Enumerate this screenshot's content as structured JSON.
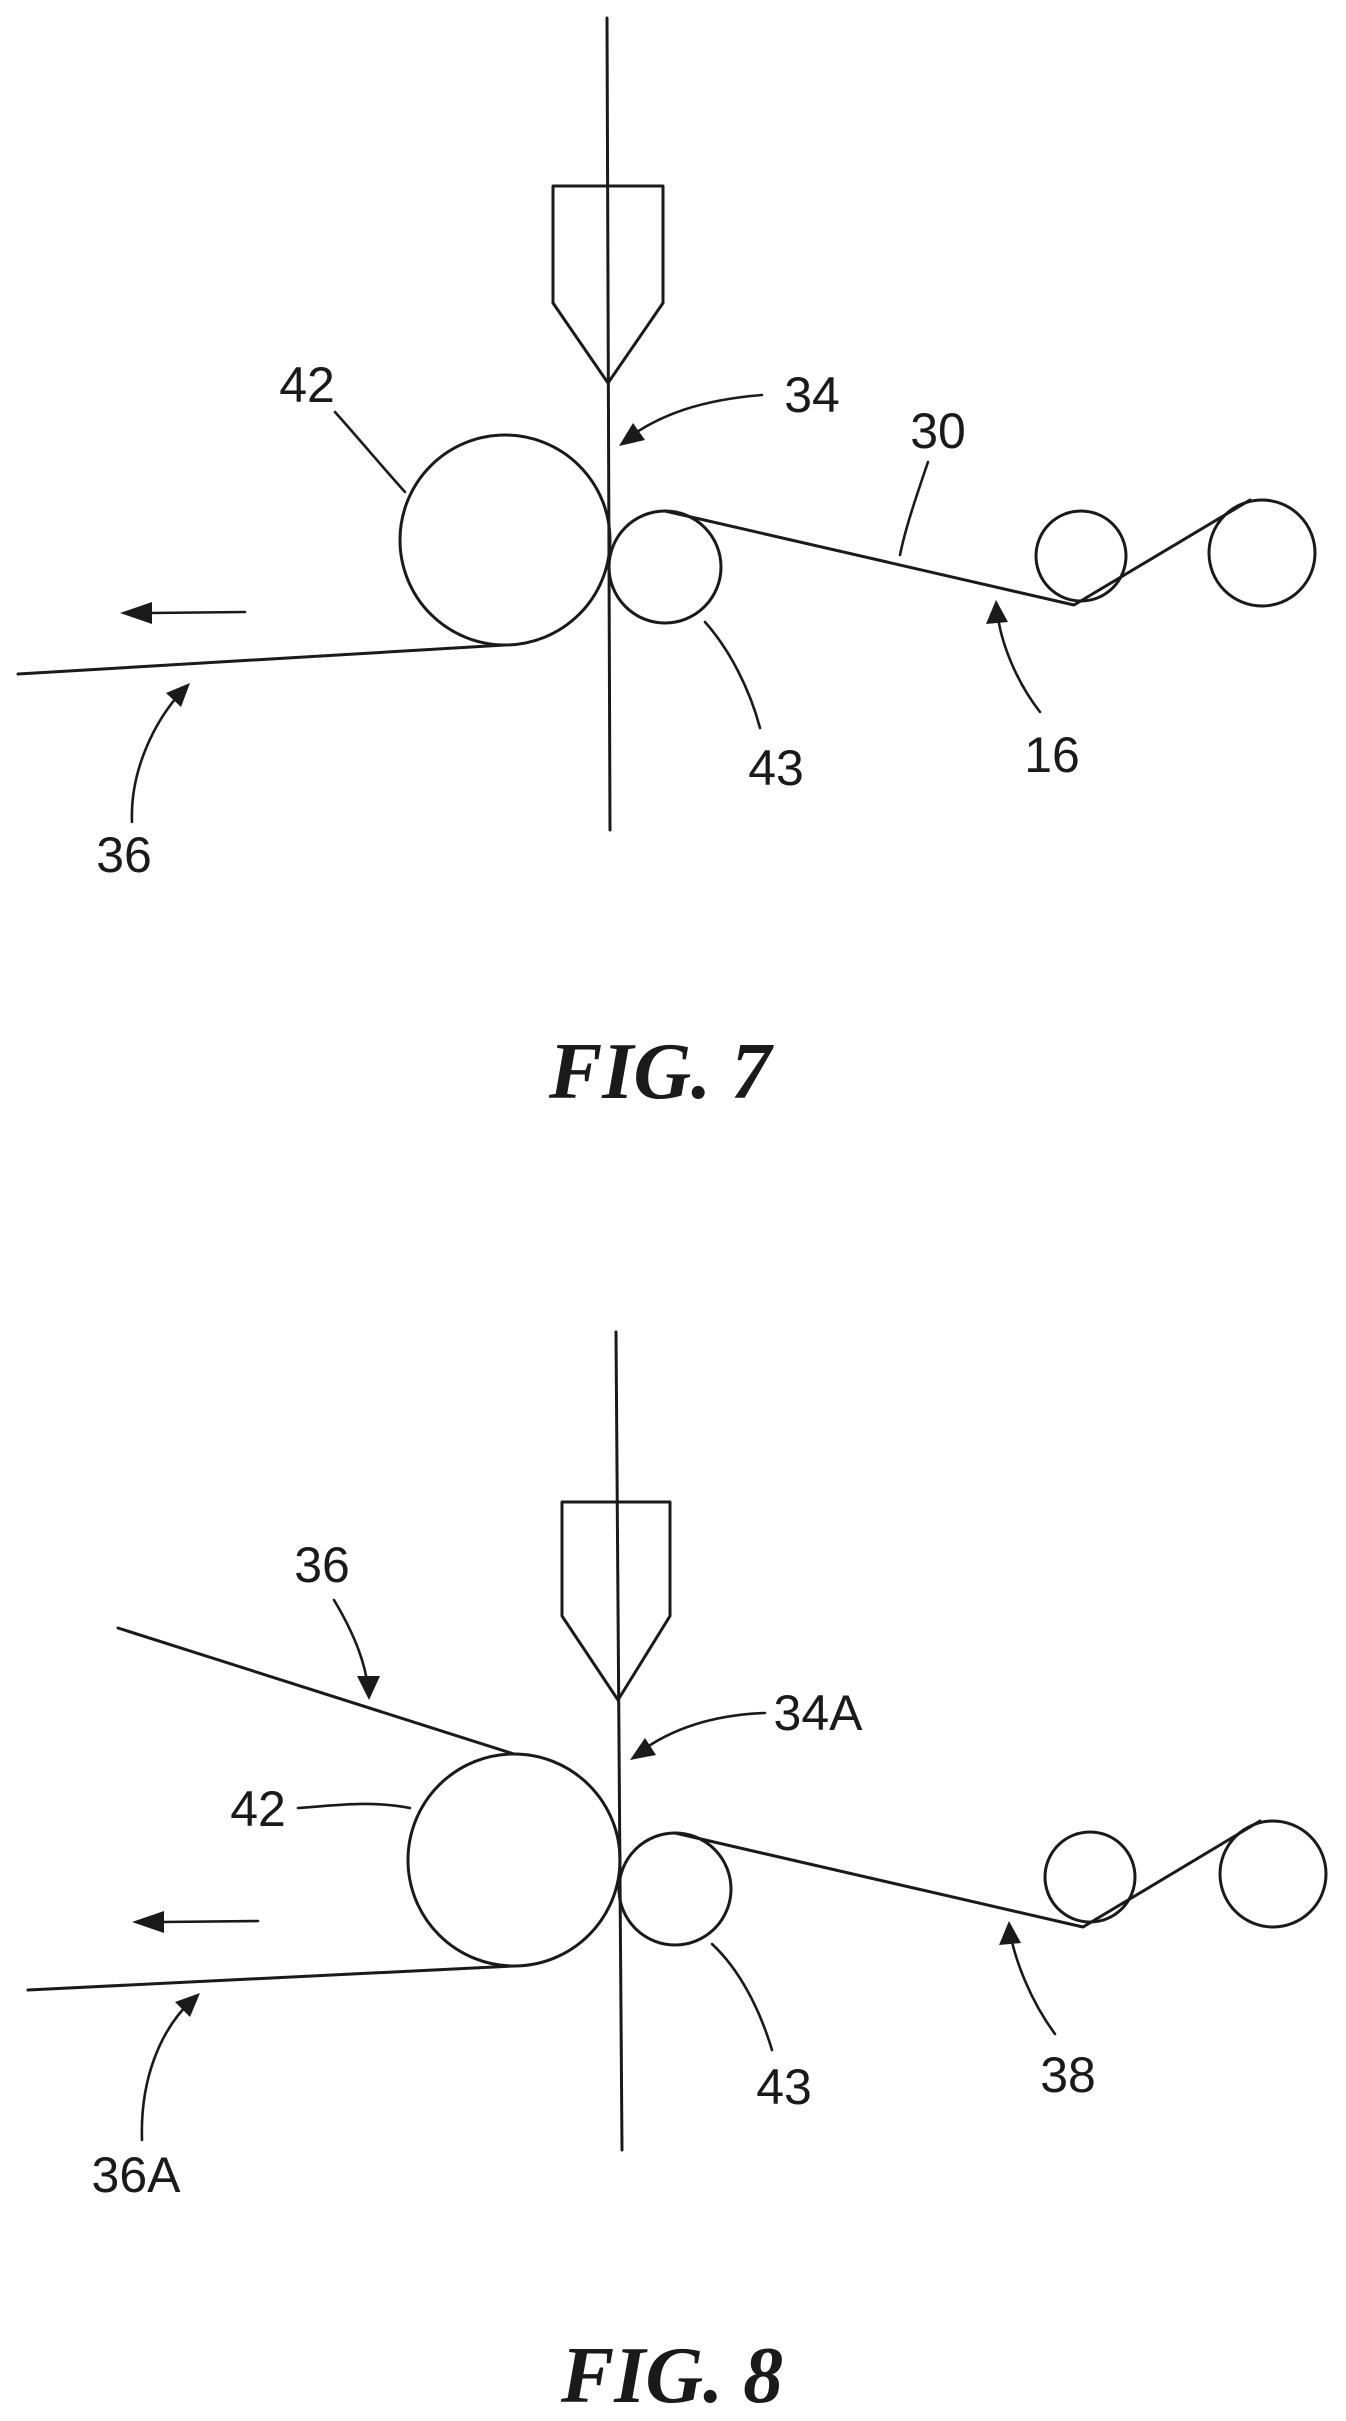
{
  "figures": [
    {
      "caption": "FIG. 7",
      "labels": {
        "roller_large": "42",
        "roller_small": "43",
        "nip": "34",
        "web_upper": "30",
        "web_in": "16",
        "web_out": "36"
      }
    },
    {
      "caption": "FIG. 8",
      "labels": {
        "web_top": "36",
        "nip": "34A",
        "roller_large": "42",
        "roller_small": "43",
        "web_in": "38",
        "web_out": "36A"
      }
    }
  ]
}
